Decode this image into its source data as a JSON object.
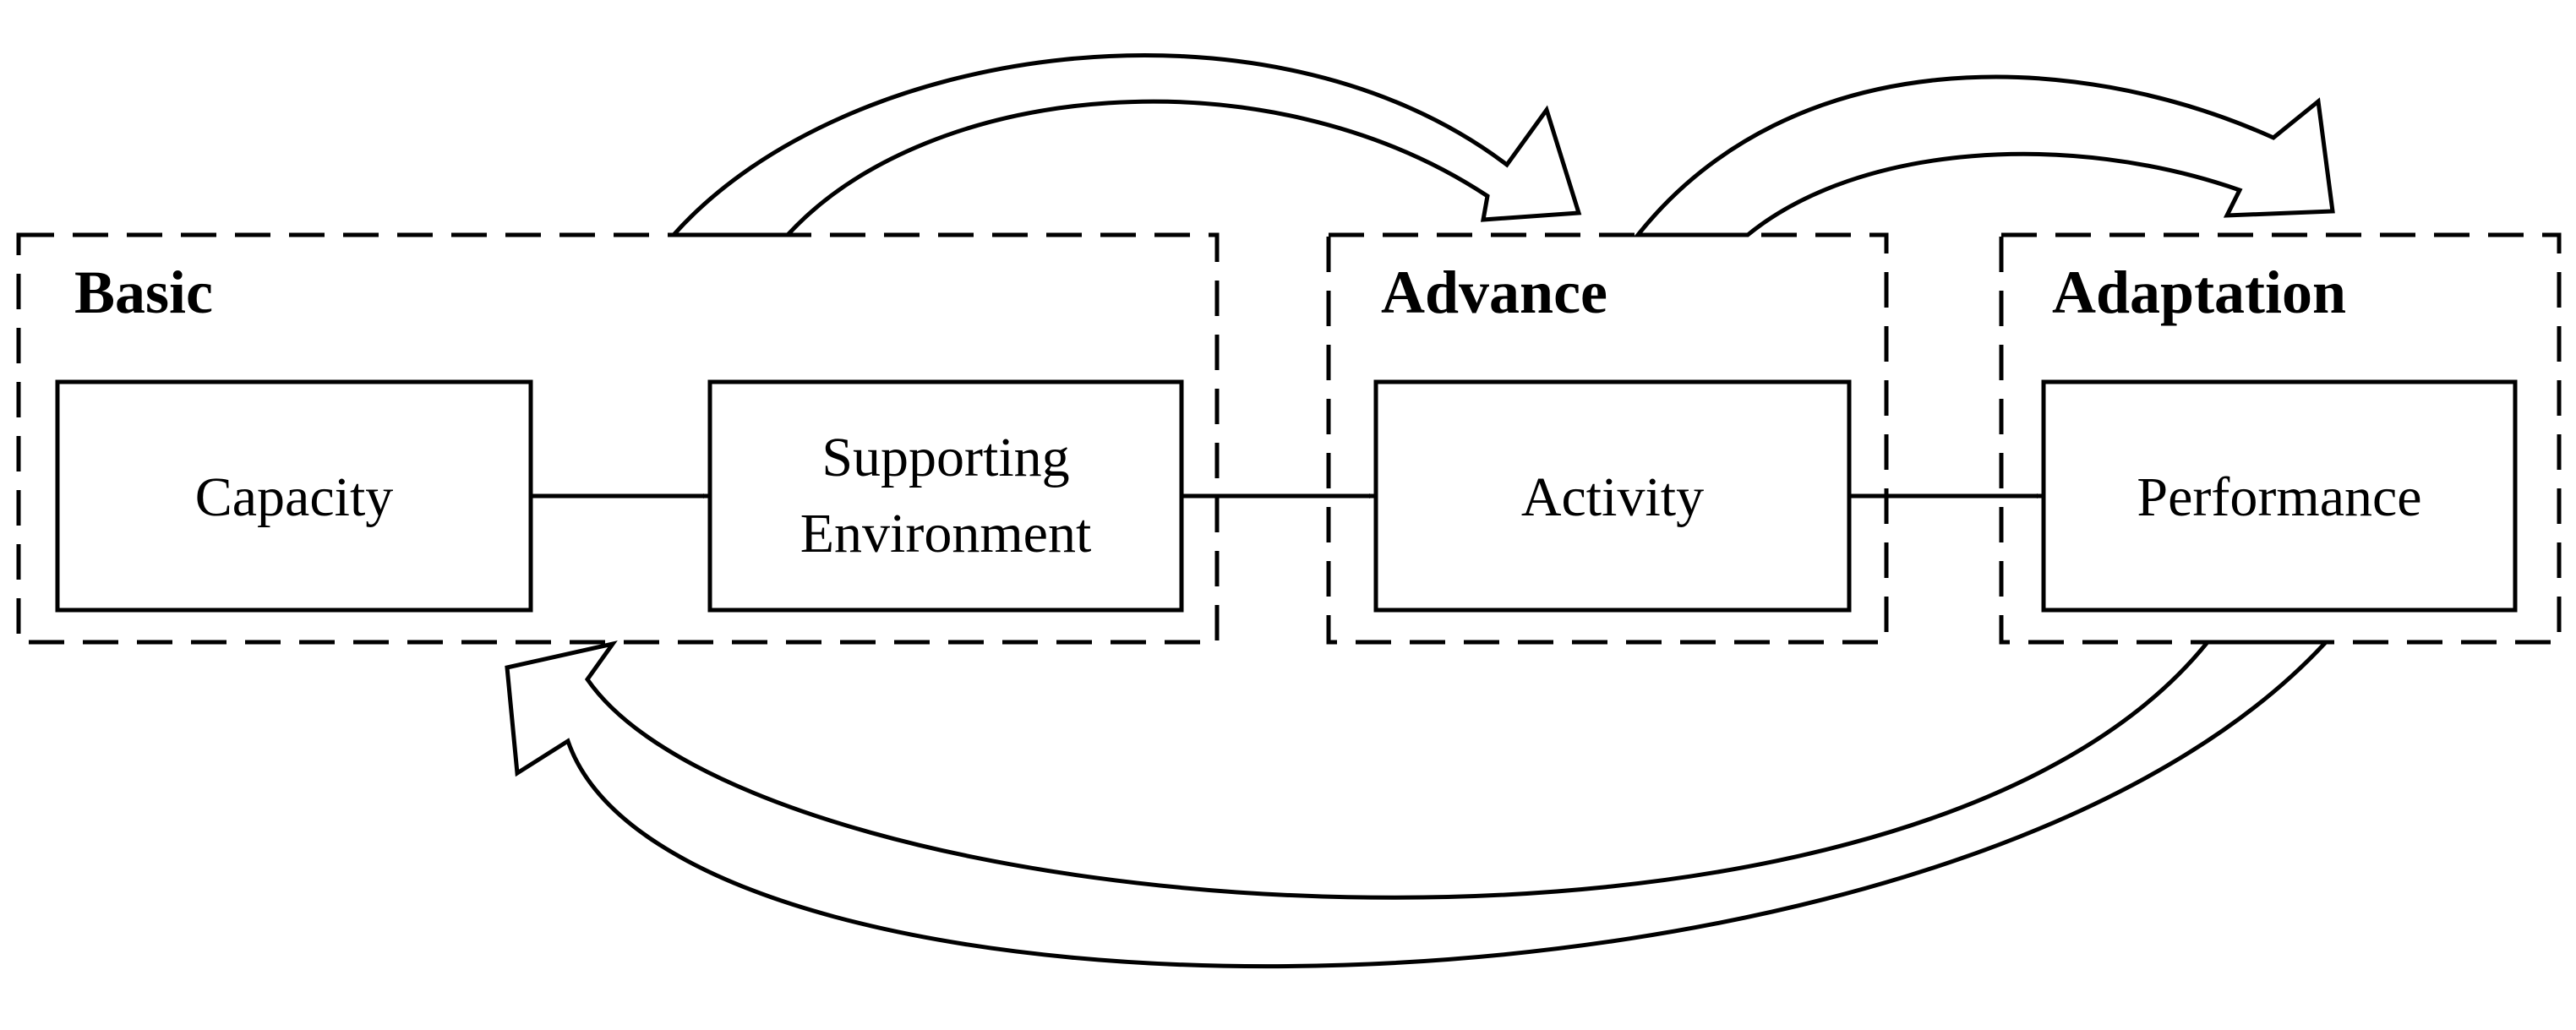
{
  "groups": {
    "basic": {
      "title": "Basic"
    },
    "advance": {
      "title": "Advance"
    },
    "adaptation": {
      "title": "Adaptation"
    }
  },
  "nodes": {
    "capacity": {
      "label": "Capacity"
    },
    "supporting_environment": {
      "line1": "Supporting",
      "line2": "Environment"
    },
    "activity": {
      "label": "Activity"
    },
    "performance": {
      "label": "Performance"
    }
  },
  "colors": {
    "stroke": "#000000",
    "background": "#ffffff"
  }
}
